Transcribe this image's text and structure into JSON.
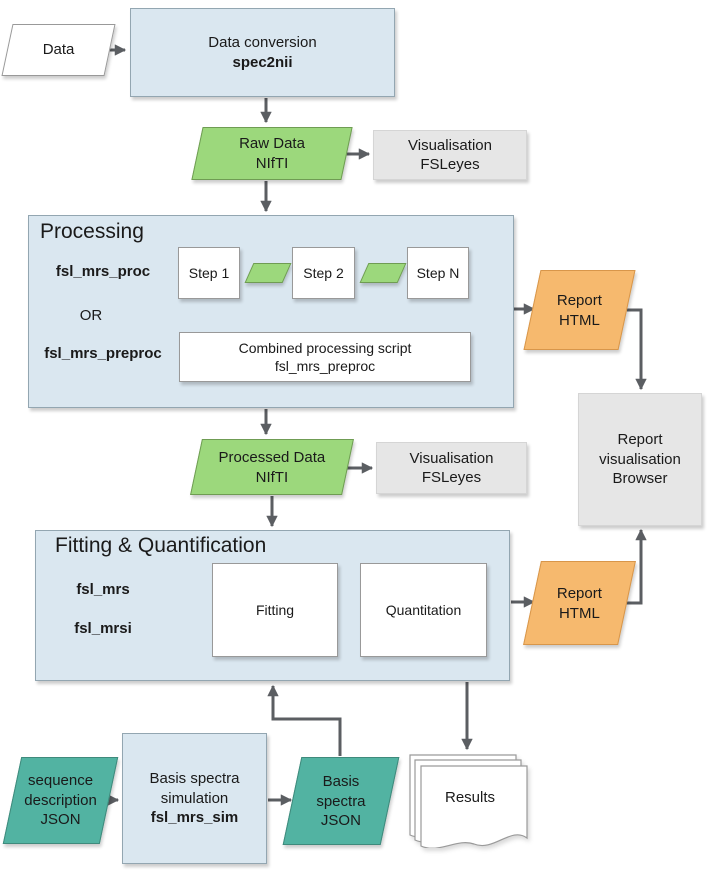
{
  "colors": {
    "box_blue": "#dae7f0",
    "box_blue_border": "#93a6b1",
    "green": "#9cd87c",
    "green_border": "#6f9c53",
    "gray": "#e6e6e6",
    "gray_border": "#d5d5d5",
    "orange": "#f6b96e",
    "orange_border": "#d8964a",
    "teal": "#52b3a2",
    "teal_border": "#3f8a7c",
    "white_border": "#999999",
    "arrow": "#5b5e62"
  },
  "nodes": {
    "data_input": {
      "label": "Data"
    },
    "data_conversion": {
      "line1": "Data conversion",
      "line2": "spec2nii"
    },
    "raw_data": {
      "line1": "Raw Data",
      "line2": "NIfTI"
    },
    "visualisation_raw": {
      "line1": "Visualisation",
      "line2": "FSLeyes"
    },
    "processing": {
      "title": "Processing",
      "proc_label": "fsl_mrs_proc",
      "or_label": "OR",
      "preproc_label": "fsl_mrs_preproc",
      "steps": [
        "Step 1",
        "Step 2",
        "Step N"
      ],
      "combined_line1": "Combined processing script",
      "combined_line2": "fsl_mrs_preproc"
    },
    "report_html_1": {
      "line1": "Report",
      "line2": "HTML"
    },
    "report_browser": {
      "line1": "Report",
      "line2": "visualisation",
      "line3": "Browser"
    },
    "processed_data": {
      "line1": "Processed Data",
      "line2": "NIfTI"
    },
    "visualisation_processed": {
      "line1": "Visualisation",
      "line2": "FSLeyes"
    },
    "fitting_quant": {
      "title": "Fitting & Quantification",
      "mrs_label": "fsl_mrs",
      "mrsi_label": "fsl_mrsi",
      "fitting_label": "Fitting",
      "quantitation_label": "Quantitation"
    },
    "report_html_2": {
      "line1": "Report",
      "line2": "HTML"
    },
    "sequence_json": {
      "line1": "sequence",
      "line2": "description",
      "line3": "JSON"
    },
    "basis_sim": {
      "line1": "Basis spectra",
      "line2": "simulation",
      "line3": "fsl_mrs_sim"
    },
    "basis_json": {
      "line1": "Basis",
      "line2": "spectra",
      "line3": "JSON"
    },
    "results": {
      "label": "Results"
    }
  }
}
